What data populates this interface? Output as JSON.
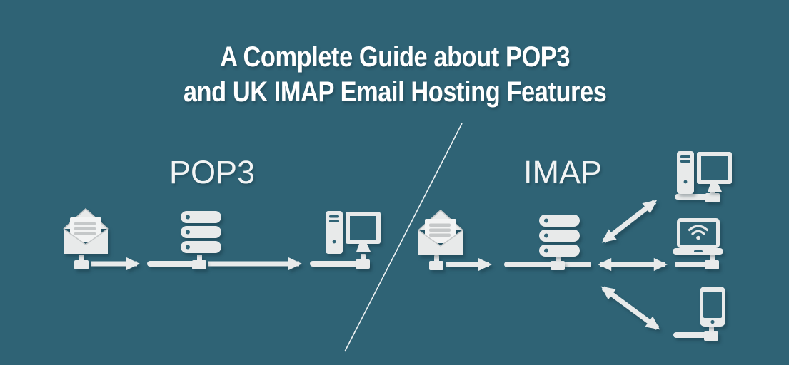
{
  "title": {
    "line1": "A Complete Guide about POP3",
    "line2": "and UK IMAP Email Hosting Features"
  },
  "colors": {
    "background": "#2f6375",
    "icon": "#e8eaea",
    "icon_soft": "#f2f3f3",
    "icon_lines": "#c5c8c9",
    "title_text": "#ffffff",
    "label_text": "#f2f4f4",
    "divider": "#eef2f3"
  },
  "diagrams": {
    "pop3": {
      "label": "POP3",
      "flow": "one-way",
      "nodes": [
        {
          "icon": "envelope-icon",
          "meaning": "incoming email"
        },
        {
          "icon": "server-icon",
          "meaning": "mail server"
        },
        {
          "icon": "desktop-computer-icon",
          "meaning": "single client computer"
        }
      ],
      "connectors": [
        "arrow-right-icon",
        "arrow-right-icon"
      ]
    },
    "imap": {
      "label": "IMAP",
      "flow": "two-way",
      "nodes": [
        {
          "icon": "envelope-icon",
          "meaning": "incoming email"
        },
        {
          "icon": "server-icon",
          "meaning": "mail server"
        },
        {
          "icon": "desktop-computer-icon",
          "meaning": "desktop client"
        },
        {
          "icon": "laptop-wifi-icon",
          "meaning": "laptop client"
        },
        {
          "icon": "smartphone-icon",
          "meaning": "mobile client"
        }
      ],
      "connectors": [
        "arrow-right-icon",
        "double-arrow-icon",
        "double-arrow-icon",
        "double-arrow-icon"
      ]
    }
  }
}
